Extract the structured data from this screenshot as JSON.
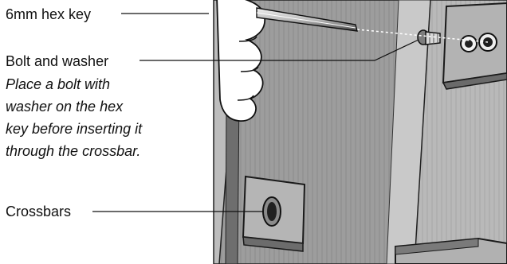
{
  "callouts": {
    "hex_key": "6mm hex key",
    "bolt_washer": "Bolt and washer",
    "instruction_lines": [
      "Place a bolt with",
      "washer on the hex",
      "key before inserting it",
      "through the crossbar."
    ],
    "crossbars": "Crossbars"
  }
}
